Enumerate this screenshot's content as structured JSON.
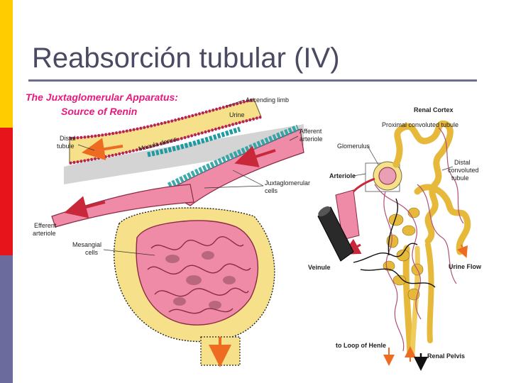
{
  "slide": {
    "title": "Reabsorción tubular (IV)",
    "accent_colors": {
      "yellow": "#ffcc00",
      "red": "#e8141c",
      "blue": "#6b6b9e",
      "title_text": "#4a4a62"
    }
  },
  "diagram": {
    "heading_line1": "The Juxtaglomerular Apparatus:",
    "heading_line2": "Source of Renin",
    "left_labels": {
      "ascending_limb": "Ascending limb",
      "urine": "Urine",
      "distal_tubule_1": "Distal",
      "distal_tubule_2": "tubule",
      "macula_densa": "Macula densa",
      "afferent_arteriole_1": "Afferent",
      "afferent_arteriole_2": "arteriole",
      "jg_cells_1": "Juxtaglomerular",
      "jg_cells_2": "cells",
      "efferent_arteriole_1": "Efferent",
      "efferent_arteriole_2": "arteriole",
      "mesangial_cells_1": "Mesangial",
      "mesangial_cells_2": "cells"
    },
    "right_labels": {
      "renal_cortex": "Renal Cortex",
      "proximal_tubule": "Proximal convoluted tubule",
      "glomerulus": "Glomerulus",
      "arteriole": "Arteriole",
      "distal_tubule_1": "Distal",
      "distal_tubule_2": "convoluted",
      "distal_tubule_3": "tubule",
      "veinule": "Veinule",
      "urine_flow": "Urine Flow",
      "loop_of_henle": "to Loop of Henle",
      "renal_pelvis": "Renal Pelvis"
    }
  }
}
